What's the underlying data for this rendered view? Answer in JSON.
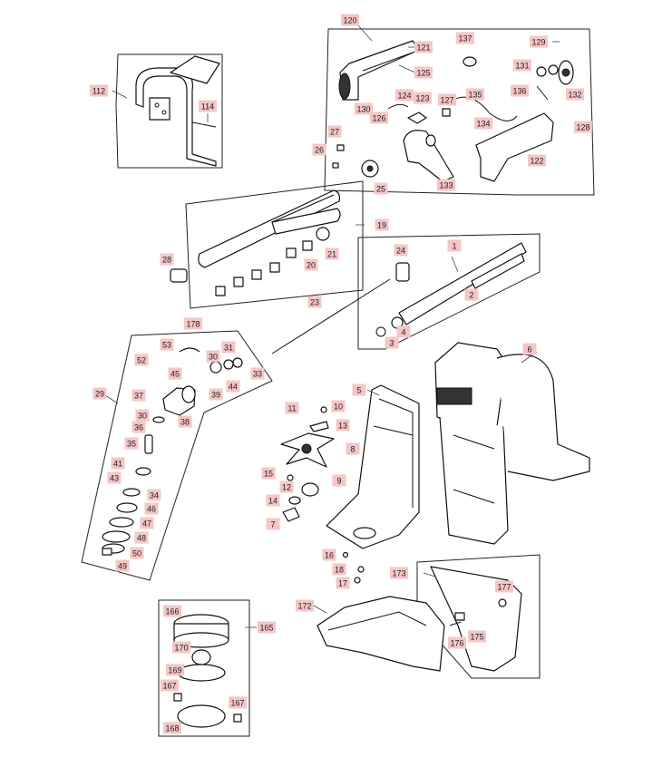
{
  "labels": [
    "120",
    "121",
    "125",
    "137",
    "129",
    "131",
    "132",
    "112",
    "114",
    "130",
    "124",
    "123",
    "127",
    "126",
    "135",
    "136",
    "134",
    "122",
    "128",
    "27",
    "26",
    "25",
    "133",
    "19",
    "21",
    "20",
    "28",
    "24",
    "1",
    "2",
    "23",
    "4",
    "3",
    "178",
    "53",
    "52",
    "31",
    "30",
    "33",
    "45",
    "44",
    "39",
    "37",
    "38",
    "29",
    "30",
    "36",
    "35",
    "41",
    "43",
    "34",
    "46",
    "47",
    "48",
    "50",
    "49",
    "6",
    "5",
    "10",
    "11",
    "13",
    "8",
    "15",
    "12",
    "9",
    "14",
    "7",
    "16",
    "18",
    "17",
    "173",
    "177",
    "175",
    "176",
    "172",
    "166",
    "165",
    "170",
    "169",
    "167",
    "167",
    "168"
  ],
  "colors": {
    "label_fill": "#f6c6c6",
    "line": "#111111"
  }
}
